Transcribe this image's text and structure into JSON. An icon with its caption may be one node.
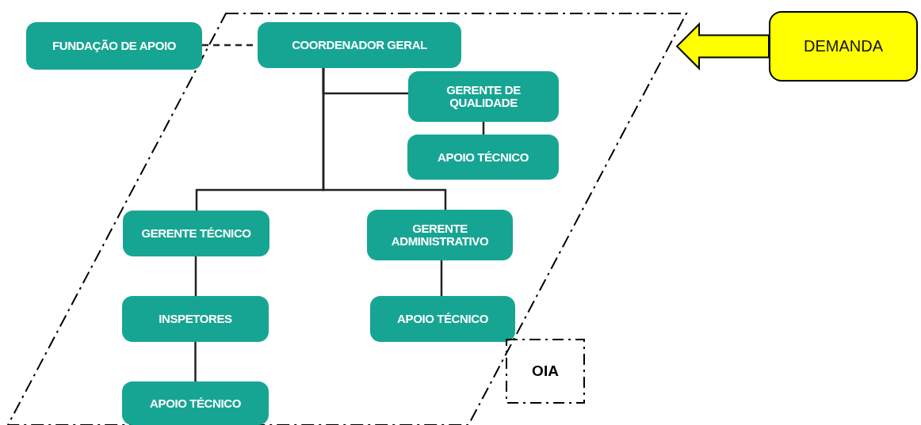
{
  "diagram": {
    "nodes": [
      {
        "text": [
          "FUNDAÇÃO DE APOIO"
        ]
      },
      {
        "text": [
          "COORDENADOR GERAL"
        ]
      },
      {
        "text": [
          "DEMANDA"
        ]
      },
      {
        "text": [
          "GERENTE DE QUALIDADE"
        ]
      },
      {
        "text": [
          "APOIO TÉCNICO"
        ]
      },
      {
        "text": [
          "GERENTE TÉCNICO"
        ]
      },
      {
        "text": [
          "GERENTE ADMINISTRATIVO"
        ]
      },
      {
        "text": [
          "INSPETORES"
        ]
      },
      {
        "text": [
          "APOIO TÉCNICO"
        ]
      },
      {
        "text": [
          "OIA"
        ]
      },
      {
        "text": [
          "APOIO TÉCNICO"
        ]
      }
    ],
    "edges": [
      {
        "from": 0,
        "to": 1,
        "arrow": "none",
        "style": "dashed"
      },
      {
        "from": 2,
        "to": null,
        "arrow": "to",
        "style": "thick",
        "color": "#ffff00"
      },
      {
        "from": 1,
        "to": 3,
        "arrow": "none"
      },
      {
        "from": 3,
        "to": 4,
        "arrow": "none"
      },
      {
        "from": 1,
        "to": 5,
        "arrow": "none"
      },
      {
        "from": 1,
        "to": 6,
        "arrow": "none"
      },
      {
        "from": 5,
        "to": 7,
        "arrow": "none"
      },
      {
        "from": 7,
        "to": 10,
        "arrow": "none"
      },
      {
        "from": 6,
        "to": 8,
        "arrow": "none"
      }
    ]
  }
}
